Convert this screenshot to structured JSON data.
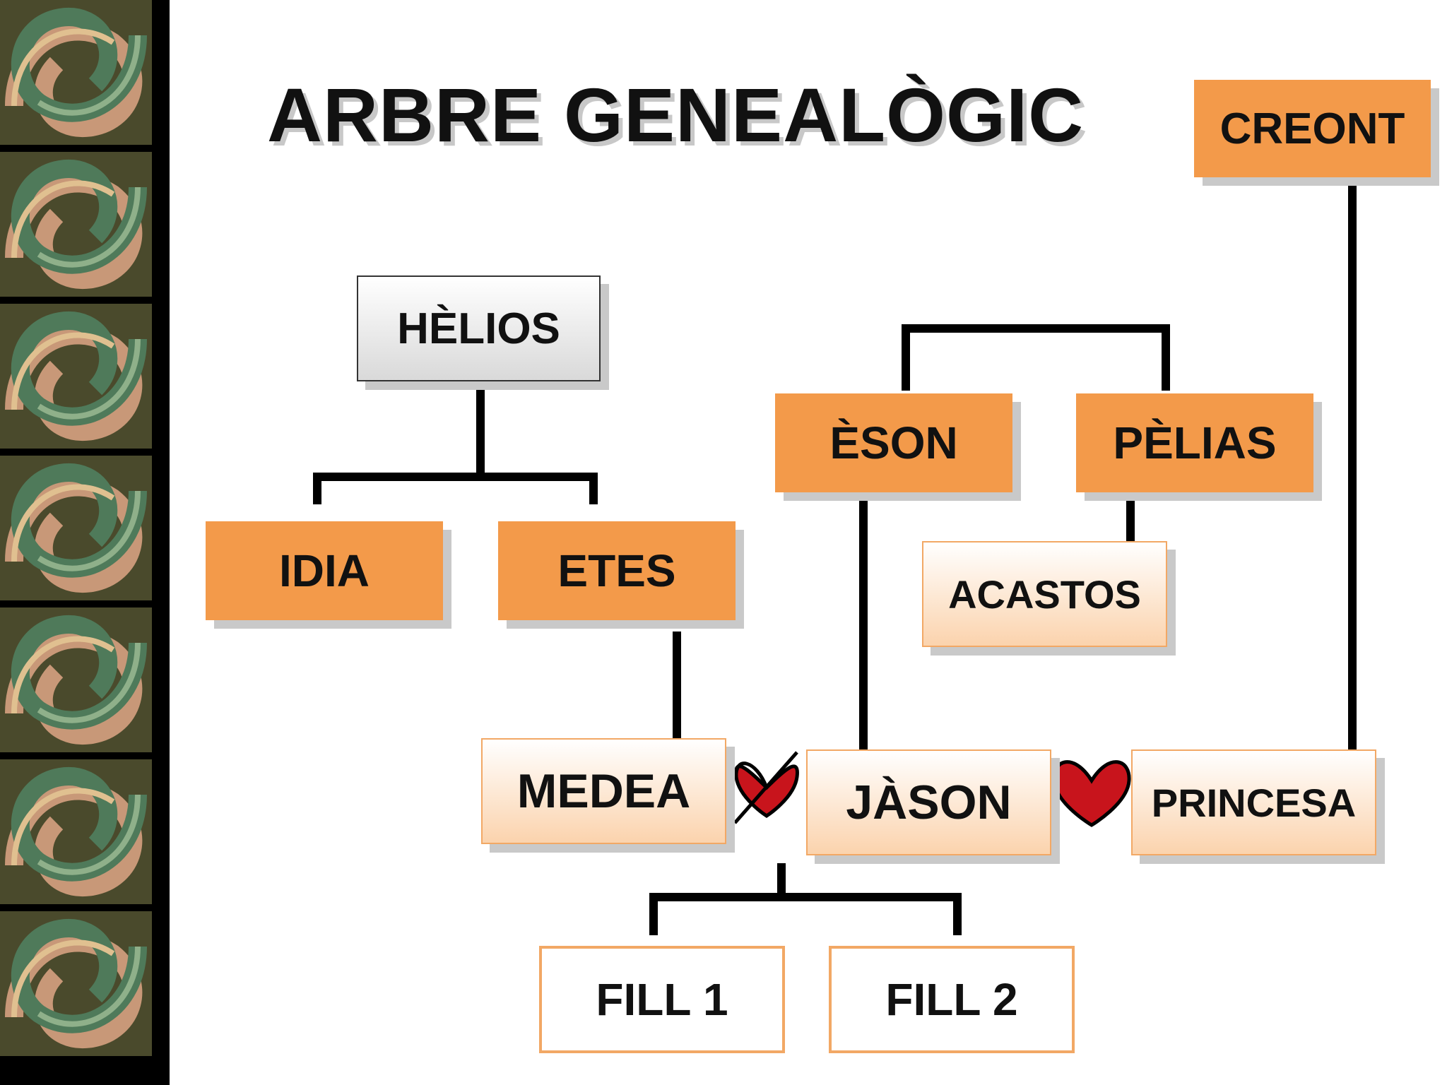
{
  "title": "ARBRE GENEALÒGIC",
  "nodes": {
    "creont": "CREONT",
    "helios": "HÈLIOS",
    "eson": "ÈSON",
    "pelias": "PÈLIAS",
    "idia": "IDIA",
    "etes": "ETES",
    "acastos": "ACASTOS",
    "medea": "MEDEA",
    "jason": "JÀSON",
    "princesa": "PRINCESA",
    "fill1": "FILL 1",
    "fill2": "FILL 2"
  },
  "colors": {
    "accent_orange": "#f39a4a",
    "heart_red": "#c8141c"
  },
  "icons": [
    "broken-heart-icon",
    "heart-icon"
  ]
}
